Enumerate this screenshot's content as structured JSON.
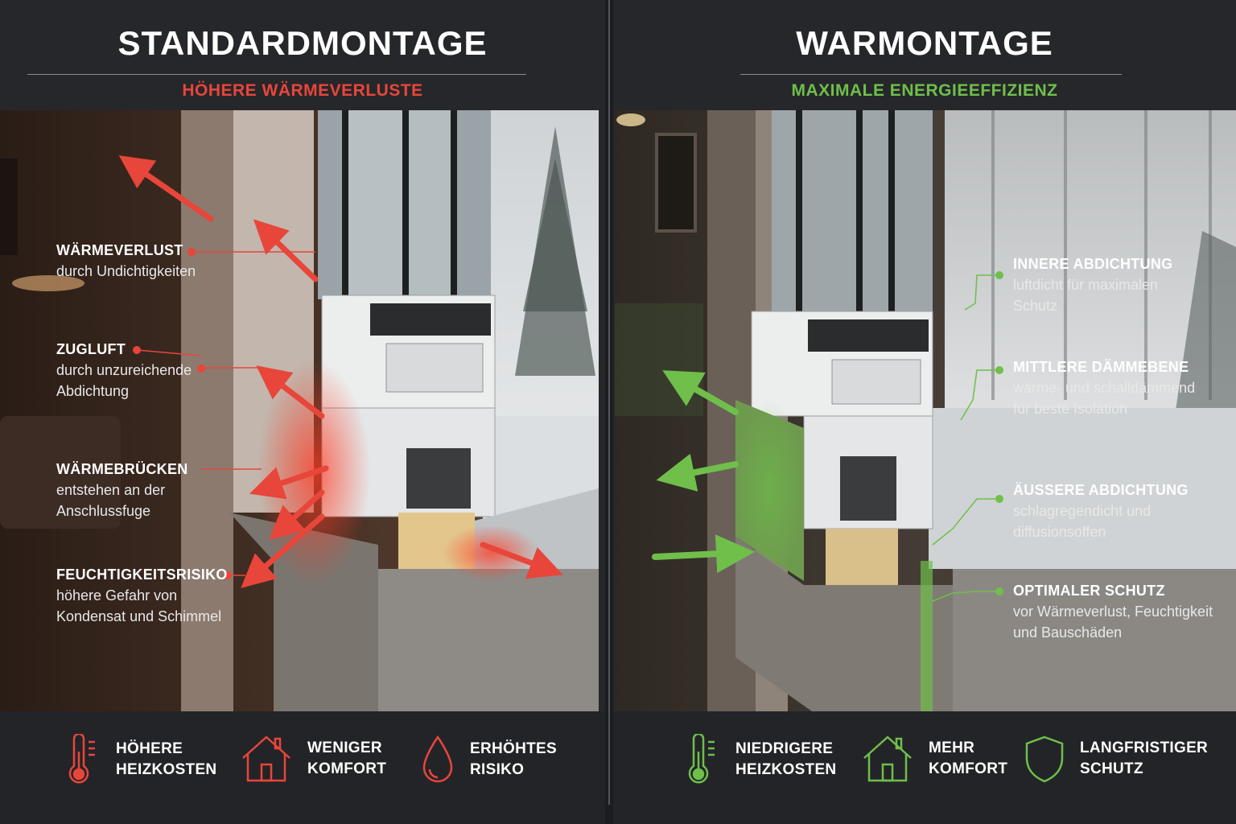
{
  "left": {
    "title": "STANDARDMONTAGE",
    "subtitle": "HÖHERE WÄRMEVERLUSTE",
    "accent": "#e8463a",
    "annotations": [
      {
        "title": "WÄRMEVERLUST",
        "lines": [
          "durch Undichtigkeiten"
        ]
      },
      {
        "title": "ZUGLUFT",
        "lines": [
          "durch unzureichende",
          "Abdichtung"
        ]
      },
      {
        "title": "WÄRMEBRÜCKEN",
        "lines": [
          "entstehen an der",
          "Anschlussfuge"
        ]
      },
      {
        "title": "FEUCHTIGKEITSRISIKO",
        "lines": [
          "höhere Gefahr von",
          "Kondensat und Schimmel"
        ]
      }
    ],
    "footer": [
      {
        "icon": "thermometer-icon",
        "lines": [
          "HÖHERE",
          "HEIZKOSTEN"
        ]
      },
      {
        "icon": "house-icon",
        "lines": [
          "WENIGER",
          "KOMFORT"
        ]
      },
      {
        "icon": "drop-icon",
        "lines": [
          "ERHÖHTES",
          "RISIKO"
        ]
      }
    ]
  },
  "right": {
    "title": "WARMONTAGE",
    "subtitle": "MAXIMALE ENERGIEEFFIZIENZ",
    "accent": "#6fbf4a",
    "annotations": [
      {
        "title": "INNERE ABDICHTUNG",
        "lines": [
          "luftdicht für maximalen",
          "Schutz"
        ]
      },
      {
        "title": "MITTLERE DÄMMEBENE",
        "lines": [
          "wärme- und schalldämmend",
          "für beste Isolation"
        ]
      },
      {
        "title": "ÄUSSERE ABDICHTUNG",
        "lines": [
          "schlagregendicht und",
          "diffusionsoffen"
        ]
      },
      {
        "title": "OPTIMALER SCHUTZ",
        "lines": [
          "vor Wärmeverlust, Feuchtigkeit",
          "und Bauschäden"
        ]
      }
    ],
    "footer": [
      {
        "icon": "thermometer-icon",
        "lines": [
          "NIEDRIGERE",
          "HEIZKOSTEN"
        ]
      },
      {
        "icon": "house-icon",
        "lines": [
          "MEHR",
          "KOMFORT"
        ]
      },
      {
        "icon": "shield-icon",
        "lines": [
          "LANGFRISTIGER",
          "SCHUTZ"
        ]
      }
    ]
  }
}
